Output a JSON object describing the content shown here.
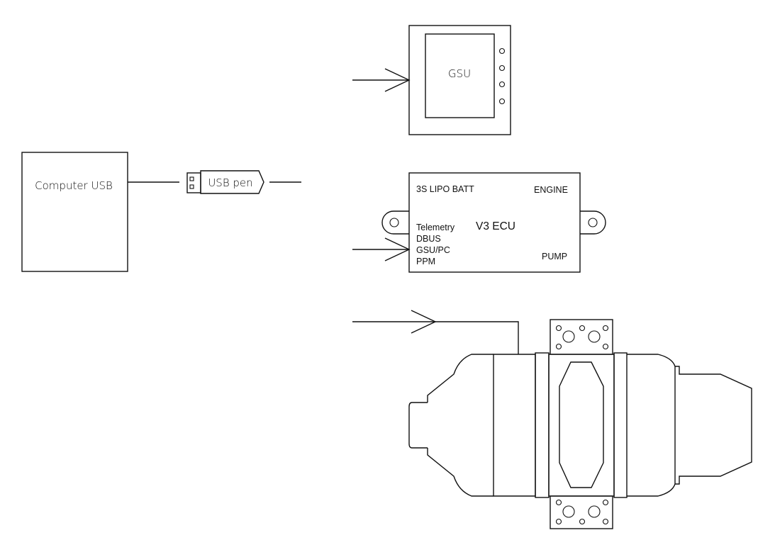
{
  "computer": {
    "label": "Computer USB"
  },
  "usb_pen": {
    "label": "USB pen"
  },
  "gsu": {
    "label": "GSU"
  },
  "ecu": {
    "title": "V3 ECU",
    "battery": "3S LIPO BATT",
    "engine": "ENGINE",
    "pump": "PUMP",
    "ports": [
      "Telemetry",
      "DBUS",
      "GSU/PC",
      "PPM"
    ]
  }
}
